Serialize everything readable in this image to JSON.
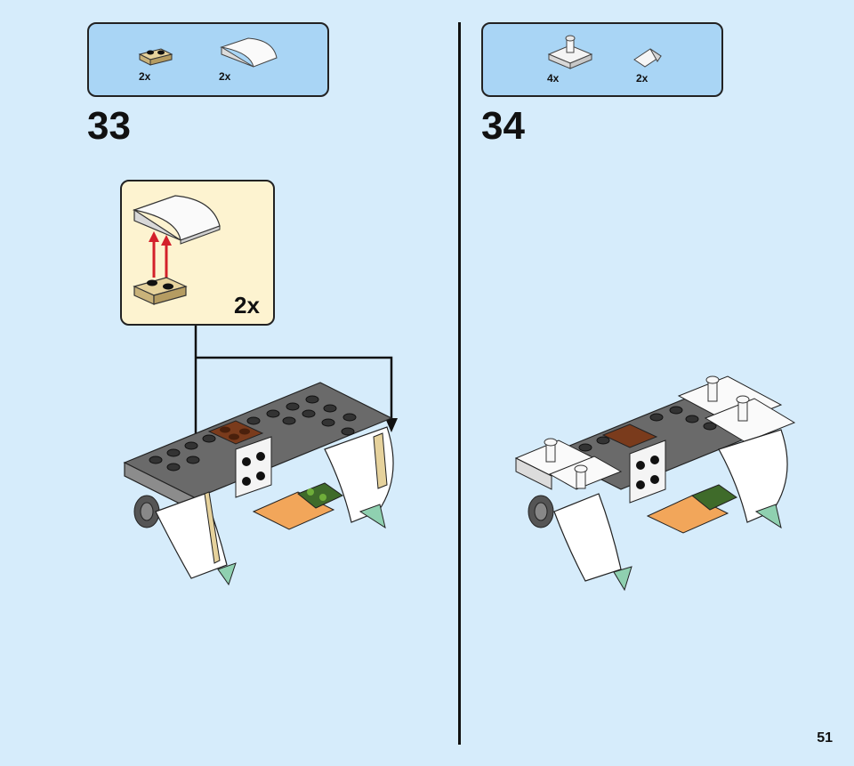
{
  "step33": {
    "number": "33",
    "parts": [
      {
        "name": "tan-plate-1x2",
        "qty": "2x"
      },
      {
        "name": "white-curved-slope",
        "qty": "2x"
      }
    ],
    "subassembly_multiplier": "2x"
  },
  "step34": {
    "number": "34",
    "parts": [
      {
        "name": "white-bar-holder",
        "qty": "4x"
      },
      {
        "name": "white-wedge-slope",
        "qty": "2x"
      }
    ]
  },
  "page_number": "51",
  "colors": {
    "page_bg": "#d6ecfb",
    "parts_box_bg": "#a9d5f5",
    "subassembly_bg": "#fdf3d0",
    "arrow_red": "#d3202a"
  }
}
